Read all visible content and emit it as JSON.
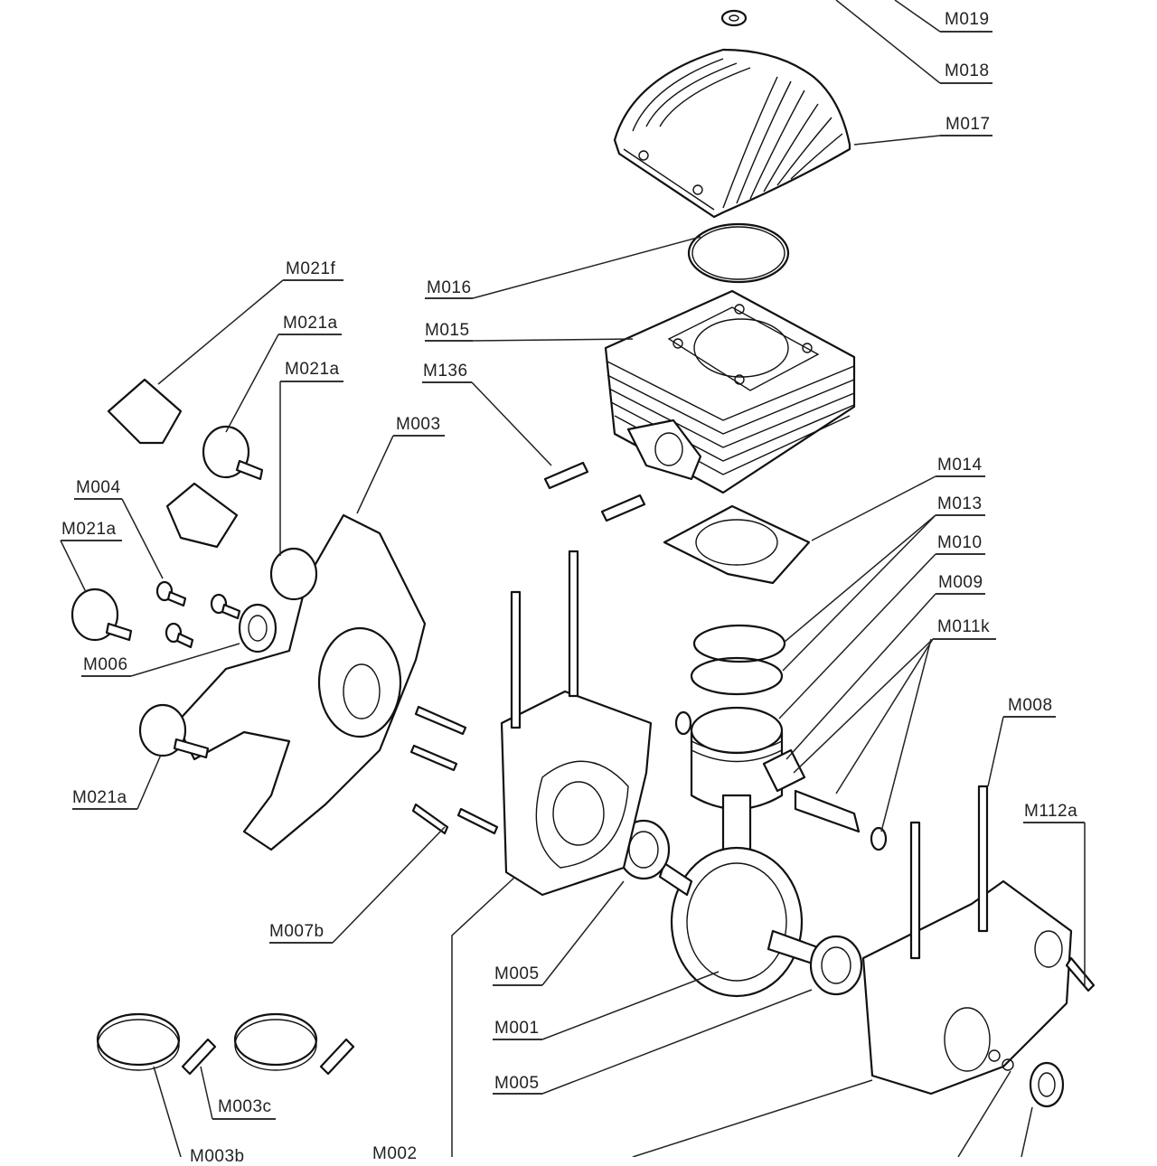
{
  "diagram": {
    "type": "exploded-parts-view",
    "subject": "two-stroke engine",
    "labels": {
      "M019": "M019",
      "M018": "M018",
      "M017": "M017",
      "M016": "M016",
      "M015": "M015",
      "M136": "M136",
      "M021f": "M021f",
      "M021a_1": "M021a",
      "M021a_2": "M021a",
      "M003": "M003",
      "M004": "M004",
      "M021a_3": "M021a",
      "M006": "M006",
      "M021a_4": "M021a",
      "M014": "M014",
      "M013": "M013",
      "M010": "M010",
      "M009": "M009",
      "M011k": "M011k",
      "M008": "M008",
      "M112a": "M112a",
      "M007b": "M007b",
      "M005_1": "M005",
      "M001": "M001",
      "M005_2": "M005",
      "M003c": "M003c",
      "M003b": "M003b",
      "M002": "M002"
    }
  }
}
